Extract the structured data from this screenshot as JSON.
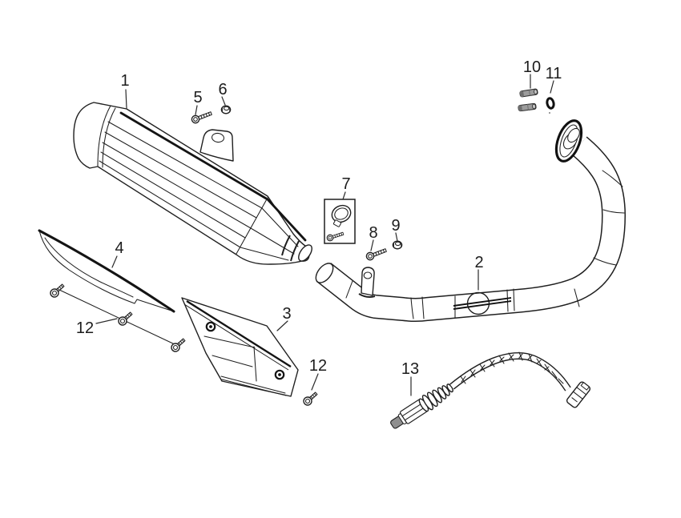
{
  "diagram": {
    "type": "exploded-parts-diagram",
    "background": "#ffffff",
    "line_color": "#1f1f1f",
    "metal_fill": "#9c9c9c",
    "labels": [
      {
        "text": "1",
        "part": "muffler-silencer"
      },
      {
        "text": "2",
        "part": "exhaust-header-pipe"
      },
      {
        "text": "3",
        "part": "heat-shield-lower"
      },
      {
        "text": "4",
        "part": "heat-shield-strip"
      },
      {
        "text": "5",
        "part": "hex-flange-bolt-muffler"
      },
      {
        "text": "6",
        "part": "flange-nut-muffler"
      },
      {
        "text": "7",
        "part": "exhaust-clamp-kit"
      },
      {
        "text": "8",
        "part": "hex-flange-bolt-pipe"
      },
      {
        "text": "9",
        "part": "flange-nut-pipe"
      },
      {
        "text": "10",
        "part": "exhaust-studs"
      },
      {
        "text": "11",
        "part": "o-ring"
      },
      {
        "text": "12",
        "part": "shield-screws-left-group"
      },
      {
        "text": "12",
        "part": "shield-screw-right"
      },
      {
        "text": "13",
        "part": "oxygen-sensor"
      }
    ]
  }
}
